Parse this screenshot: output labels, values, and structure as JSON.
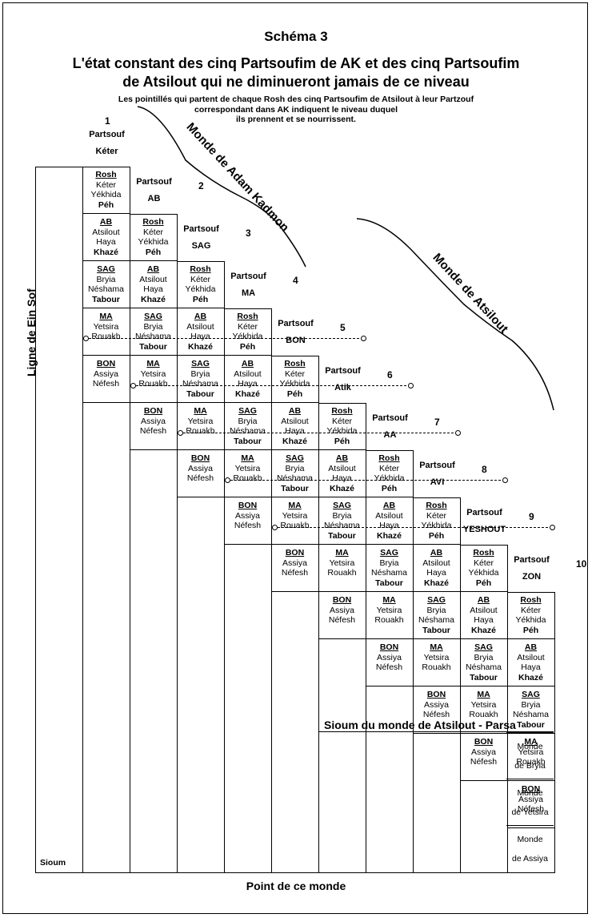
{
  "title": "Schéma 3",
  "subtitle_line1": "L'état constant des cinq Partsoufim de AK et des cinq Partsoufim",
  "subtitle_line2": "de Atsilout qui ne diminueront jamais de ce niveau",
  "note_line1": "Les pointillés qui partent de chaque Rosh des cinq Partsoufim de Atsilout à leur Partzouf",
  "note_line2": "correspondant dans AK indiquent le niveau duquel",
  "note_line3": "ils prennent et se nourrissent.",
  "side_label": "Ligne de Ein Sof",
  "sioum_label": "Sioum",
  "bottom_label": "Point de ce monde",
  "parsa_label": "Sioum du monde de Atsilout - Parsa",
  "world_ak": "Monde de Adam Kadmon",
  "world_atsilout": "Monde de Atsilout",
  "partsouf_word": "Partsouf",
  "partsoufim": [
    {
      "num": "1",
      "name": "Kéter"
    },
    {
      "num": "2",
      "name": "AB"
    },
    {
      "num": "3",
      "name": "SAG"
    },
    {
      "num": "4",
      "name": "MA"
    },
    {
      "num": "5",
      "name": "BON"
    },
    {
      "num": "6",
      "name": "Atik"
    },
    {
      "num": "7",
      "name": "AA"
    },
    {
      "num": "8",
      "name": "AVI"
    },
    {
      "num": "9",
      "name": "YESHOUT"
    },
    {
      "num": "10",
      "name": "ZON"
    }
  ],
  "levels": [
    {
      "name": "Rosh",
      "l1": "Kéter",
      "l2": "Yékhida",
      "l3": "Péh"
    },
    {
      "name": "AB",
      "l1": "Atsilout",
      "l2": "Haya",
      "l3": "Khazé"
    },
    {
      "name": "SAG",
      "l1": "Bryia",
      "l2": "Néshama",
      "l3": "Tabour"
    },
    {
      "name": "MA",
      "l1": "Yetsira",
      "l2": "Rouakh",
      "l3": ""
    },
    {
      "name": "BON",
      "l1": "Assiya",
      "l2": "Néfesh",
      "l3": ""
    }
  ],
  "lower_worlds": [
    {
      "line1": "Monde",
      "line2": "de Bryia"
    },
    {
      "line1": "Monde",
      "line2": "de Yetsira"
    },
    {
      "line1": "Monde",
      "line2": "de Assiya"
    }
  ]
}
